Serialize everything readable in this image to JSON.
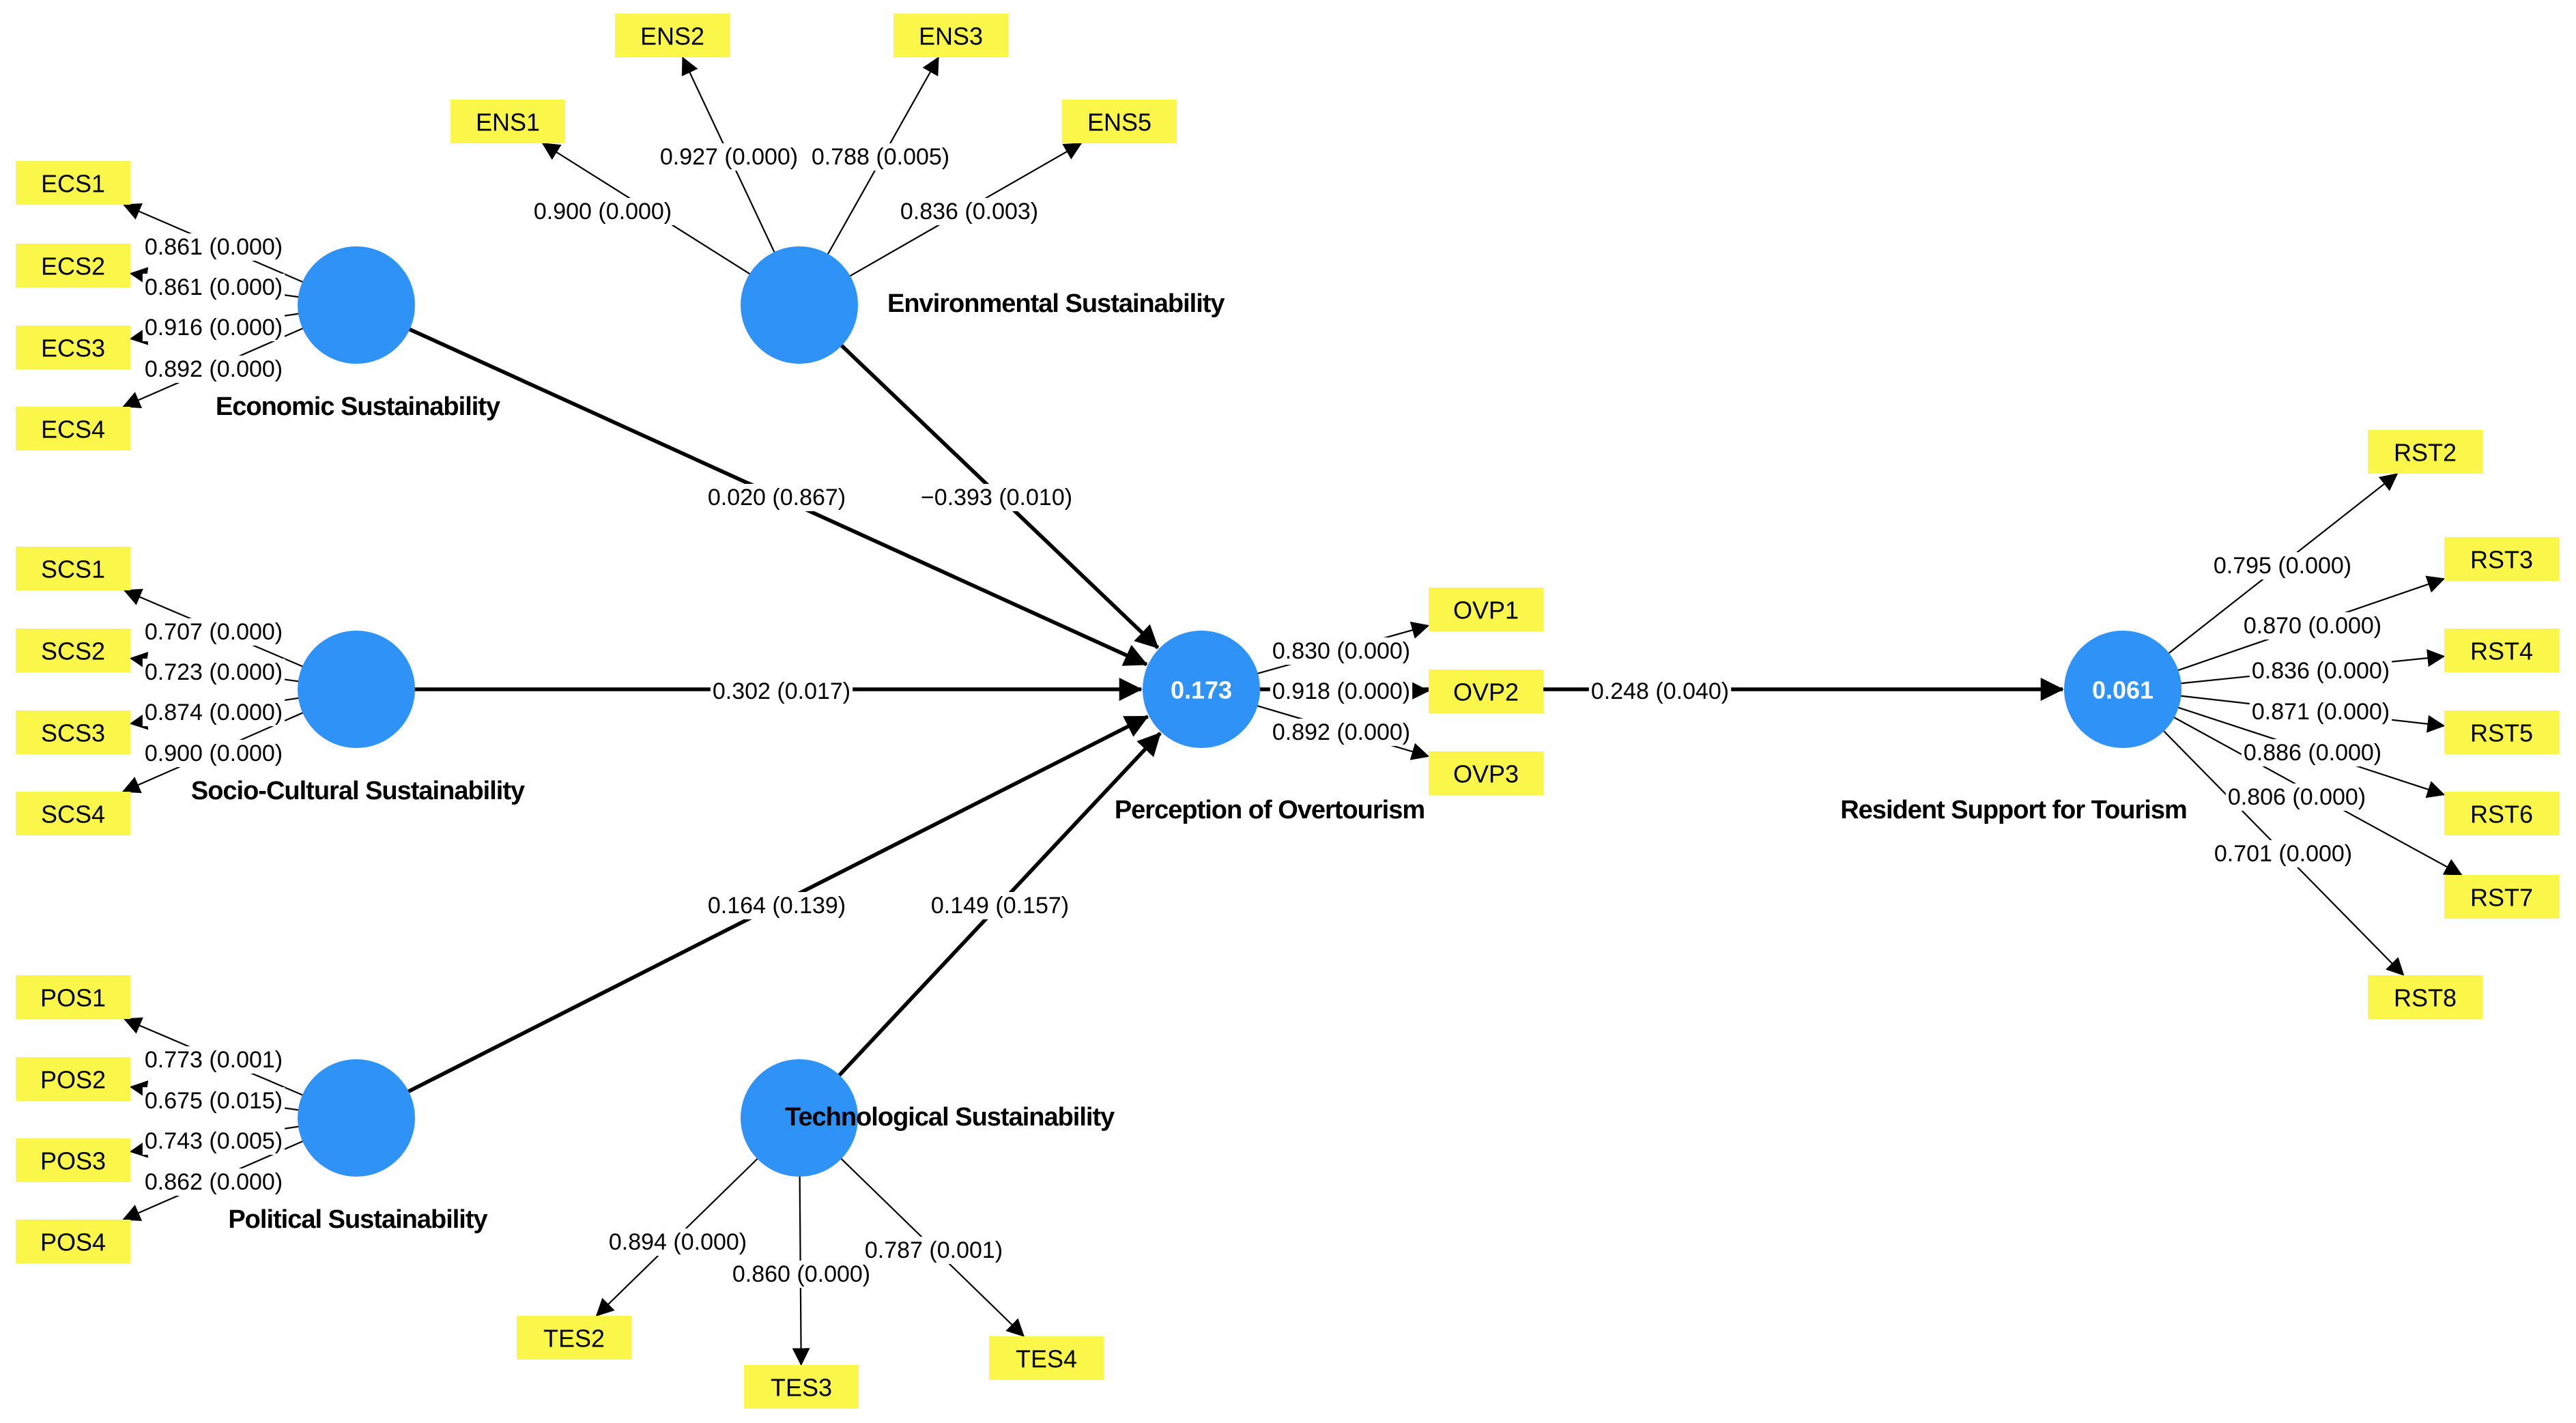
{
  "latent_variables": [
    {
      "id": "ECO",
      "name": "Economic Sustainability",
      "value": ""
    },
    {
      "id": "ENV",
      "name": "Environmental Sustainability",
      "value": ""
    },
    {
      "id": "SOC",
      "name": "Socio-Cultural Sustainability",
      "value": ""
    },
    {
      "id": "POL",
      "name": "Political Sustainability",
      "value": ""
    },
    {
      "id": "TEC",
      "name": "Technological Sustainability",
      "value": ""
    },
    {
      "id": "OVT",
      "name": "Perception of Overtourism",
      "value": "0.173"
    },
    {
      "id": "RST",
      "name": "Resident Support for Tourism",
      "value": "0.061"
    }
  ],
  "indicators": [
    {
      "id": "ECS1",
      "label": "ECS1"
    },
    {
      "id": "ECS2",
      "label": "ECS2"
    },
    {
      "id": "ECS3",
      "label": "ECS3"
    },
    {
      "id": "ECS4",
      "label": "ECS4"
    },
    {
      "id": "ENS1",
      "label": "ENS1"
    },
    {
      "id": "ENS2",
      "label": "ENS2"
    },
    {
      "id": "ENS3",
      "label": "ENS3"
    },
    {
      "id": "ENS5",
      "label": "ENS5"
    },
    {
      "id": "SCS1",
      "label": "SCS1"
    },
    {
      "id": "SCS2",
      "label": "SCS2"
    },
    {
      "id": "SCS3",
      "label": "SCS3"
    },
    {
      "id": "SCS4",
      "label": "SCS4"
    },
    {
      "id": "POS1",
      "label": "POS1"
    },
    {
      "id": "POS2",
      "label": "POS2"
    },
    {
      "id": "POS3",
      "label": "POS3"
    },
    {
      "id": "POS4",
      "label": "POS4"
    },
    {
      "id": "TES2",
      "label": "TES2"
    },
    {
      "id": "TES3",
      "label": "TES3"
    },
    {
      "id": "TES4",
      "label": "TES4"
    },
    {
      "id": "OVP1",
      "label": "OVP1"
    },
    {
      "id": "OVP2",
      "label": "OVP2"
    },
    {
      "id": "OVP3",
      "label": "OVP3"
    },
    {
      "id": "RST2",
      "label": "RST2"
    },
    {
      "id": "RST3",
      "label": "RST3"
    },
    {
      "id": "RST4",
      "label": "RST4"
    },
    {
      "id": "RST5",
      "label": "RST5"
    },
    {
      "id": "RST6",
      "label": "RST6"
    },
    {
      "id": "RST7",
      "label": "RST7"
    },
    {
      "id": "RST8",
      "label": "RST8"
    }
  ],
  "loadings": [
    {
      "from": "ECO",
      "to": "ECS1",
      "label": "0.861 (0.000)"
    },
    {
      "from": "ECO",
      "to": "ECS2",
      "label": "0.861 (0.000)"
    },
    {
      "from": "ECO",
      "to": "ECS3",
      "label": "0.916 (0.000)"
    },
    {
      "from": "ECO",
      "to": "ECS4",
      "label": "0.892 (0.000)"
    },
    {
      "from": "ENV",
      "to": "ENS1",
      "label": "0.900 (0.000)"
    },
    {
      "from": "ENV",
      "to": "ENS2",
      "label": "0.927 (0.000)"
    },
    {
      "from": "ENV",
      "to": "ENS3",
      "label": "0.788 (0.005)"
    },
    {
      "from": "ENV",
      "to": "ENS5",
      "label": "0.836 (0.003)"
    },
    {
      "from": "SOC",
      "to": "SCS1",
      "label": "0.707 (0.000)"
    },
    {
      "from": "SOC",
      "to": "SCS2",
      "label": "0.723 (0.000)"
    },
    {
      "from": "SOC",
      "to": "SCS3",
      "label": "0.874 (0.000)"
    },
    {
      "from": "SOC",
      "to": "SCS4",
      "label": "0.900 (0.000)"
    },
    {
      "from": "POL",
      "to": "POS1",
      "label": "0.773 (0.001)"
    },
    {
      "from": "POL",
      "to": "POS2",
      "label": "0.675 (0.015)"
    },
    {
      "from": "POL",
      "to": "POS3",
      "label": "0.743 (0.005)"
    },
    {
      "from": "POL",
      "to": "POS4",
      "label": "0.862 (0.000)"
    },
    {
      "from": "TEC",
      "to": "TES2",
      "label": "0.894 (0.000)"
    },
    {
      "from": "TEC",
      "to": "TES3",
      "label": "0.860 (0.000)"
    },
    {
      "from": "TEC",
      "to": "TES4",
      "label": "0.787 (0.001)"
    },
    {
      "from": "OVT",
      "to": "OVP1",
      "label": "0.830 (0.000)"
    },
    {
      "from": "OVT",
      "to": "OVP2",
      "label": "0.918 (0.000)"
    },
    {
      "from": "OVT",
      "to": "OVP3",
      "label": "0.892 (0.000)"
    },
    {
      "from": "RST",
      "to": "RST2",
      "label": "0.795 (0.000)"
    },
    {
      "from": "RST",
      "to": "RST3",
      "label": "0.870 (0.000)"
    },
    {
      "from": "RST",
      "to": "RST4",
      "label": "0.836 (0.000)"
    },
    {
      "from": "RST",
      "to": "RST5",
      "label": "0.871 (0.000)"
    },
    {
      "from": "RST",
      "to": "RST6",
      "label": "0.886 (0.000)"
    },
    {
      "from": "RST",
      "to": "RST7",
      "label": "0.806 (0.000)"
    },
    {
      "from": "RST",
      "to": "RST8",
      "label": "0.701 (0.000)"
    }
  ],
  "paths": [
    {
      "from": "ECO",
      "to": "OVT",
      "label": "0.020 (0.867)"
    },
    {
      "from": "ENV",
      "to": "OVT",
      "label": "−0.393 (0.010)"
    },
    {
      "from": "SOC",
      "to": "OVT",
      "label": "0.302 (0.017)"
    },
    {
      "from": "POL",
      "to": "OVT",
      "label": "0.164 (0.139)"
    },
    {
      "from": "TEC",
      "to": "OVT",
      "label": "0.149 (0.157)"
    },
    {
      "from": "OVT",
      "to": "RST",
      "label": "0.248 (0.040)"
    }
  ]
}
